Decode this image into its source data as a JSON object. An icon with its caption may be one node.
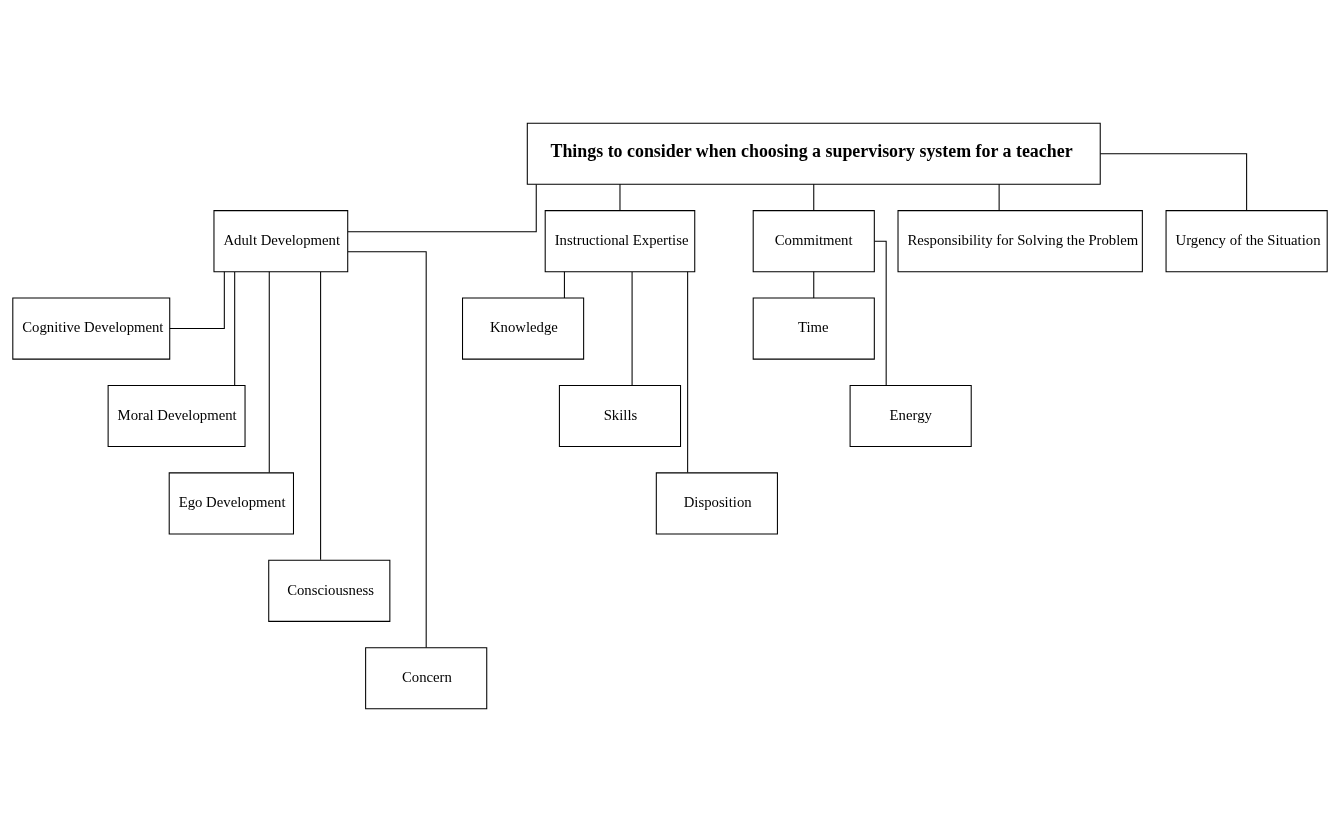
{
  "diagram": {
    "nodes": [
      {
        "text": [
          "Things to consider when choosing a supervisory system for a teacher"
        ]
      },
      {
        "text": [
          "Adult Development"
        ]
      },
      {
        "text": [
          "Instructional Expertise"
        ]
      },
      {
        "text": [
          "Commitment"
        ]
      },
      {
        "text": [
          "Responsibility for Solving the Problem"
        ]
      },
      {
        "text": [
          "Urgency of the Situation"
        ]
      },
      {
        "text": [
          "Cognitive Development"
        ]
      },
      {
        "text": [
          "Moral Development"
        ]
      },
      {
        "text": [
          "Ego Development"
        ]
      },
      {
        "text": [
          "Consciousness"
        ]
      },
      {
        "text": [
          "Concern"
        ]
      },
      {
        "text": [
          "Knowledge"
        ]
      },
      {
        "text": [
          "Skills"
        ]
      },
      {
        "text": [
          "Disposition"
        ]
      },
      {
        "text": [
          "Time"
        ]
      },
      {
        "text": [
          "Energy"
        ]
      }
    ],
    "edges": [
      {
        "from": 0,
        "to": 1,
        "arrow": "none"
      },
      {
        "from": 0,
        "to": 2,
        "arrow": "none"
      },
      {
        "from": 0,
        "to": 3,
        "arrow": "none"
      },
      {
        "from": 0,
        "to": 4,
        "arrow": "none"
      },
      {
        "from": 0,
        "to": 5,
        "arrow": "none"
      },
      {
        "from": 1,
        "to": 6,
        "arrow": "none"
      },
      {
        "from": 1,
        "to": 7,
        "arrow": "none"
      },
      {
        "from": 1,
        "to": 8,
        "arrow": "none"
      },
      {
        "from": 1,
        "to": 9,
        "arrow": "none"
      },
      {
        "from": 1,
        "to": 10,
        "arrow": "none"
      },
      {
        "from": 2,
        "to": 11,
        "arrow": "none"
      },
      {
        "from": 2,
        "to": 12,
        "arrow": "none"
      },
      {
        "from": 2,
        "to": 13,
        "arrow": "none"
      },
      {
        "from": 3,
        "to": 14,
        "arrow": "none"
      },
      {
        "from": 3,
        "to": 15,
        "arrow": "none"
      }
    ]
  }
}
